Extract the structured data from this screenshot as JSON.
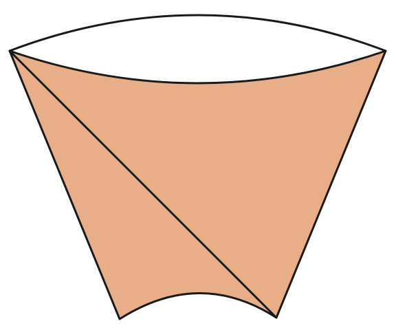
{
  "figure": {
    "fill_color": "#E8AE87",
    "stroke_color": "#1a1a1a",
    "background_color": "#ffffff",
    "shapes": [
      "curved-top-lens",
      "shaded-cup-shape",
      "diagonal-line"
    ]
  }
}
